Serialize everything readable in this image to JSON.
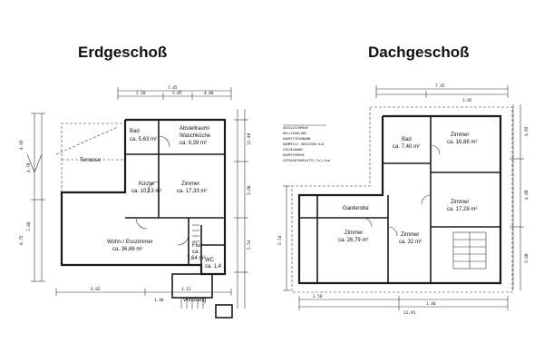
{
  "floors": [
    {
      "title": "Erdgeschoß",
      "rooms": [
        {
          "name": "Terrasse",
          "area": ""
        },
        {
          "name": "Bad",
          "area": "ca. 5,63 m²"
        },
        {
          "name": "Abstellraum/",
          "area": "Waschküche"
        },
        {
          "name": "",
          "area": "ca. 9,39 m²"
        },
        {
          "name": "Küche",
          "area": "ca. 10,13 m²"
        },
        {
          "name": "Zimmer",
          "area": "ca. 17,33 m²"
        },
        {
          "name": "Wohn-/ Esszimmer",
          "area": "ca. 36,86 m²"
        },
        {
          "name": "Flur",
          "area": "ca."
        },
        {
          "name": "",
          "area": "7,64 m²"
        },
        {
          "name": "WC",
          "area": "ca. 1,4"
        },
        {
          "name": "Windfang",
          "area": ""
        }
      ],
      "dims": [
        "7.45",
        "2.50",
        "3.05",
        "4.80",
        "1.12",
        "4.95",
        "8.75",
        "4.70",
        "1.88",
        "12.40",
        "3.60",
        "5.54",
        "6.82",
        "1.40"
      ]
    },
    {
      "title": "Dachgeschoß",
      "rooms": [
        {
          "name": "Bad",
          "area": "ca. 7,40 m²"
        },
        {
          "name": "Zimmer",
          "area": "ca. 16,86 m²"
        },
        {
          "name": "Zimmer",
          "area": "ca. 17,28 m²"
        },
        {
          "name": "Garderobe",
          "area": ""
        },
        {
          "name": "Zimmer",
          "area": "ca. 26,79 m²"
        },
        {
          "name": "Zimmer",
          "area": "ca. 32 m²"
        }
      ],
      "notes": [
        "AUSGLEICHMAUE",
        "ROLLSCHALUNG",
        "KUNSTSTEINBAHN",
        "DAMMFILZ ZWISCHEN 8+6",
        "SIEGELWAND",
        "DAMPFSPERRE",
        "GIPSKARTONPLATTE 2x1,5cm"
      ],
      "dims": [
        "7.45",
        "3.05",
        "4.95",
        "5.54",
        "4.60",
        "2.50",
        "12.95",
        "3.60",
        "1.40"
      ]
    }
  ]
}
